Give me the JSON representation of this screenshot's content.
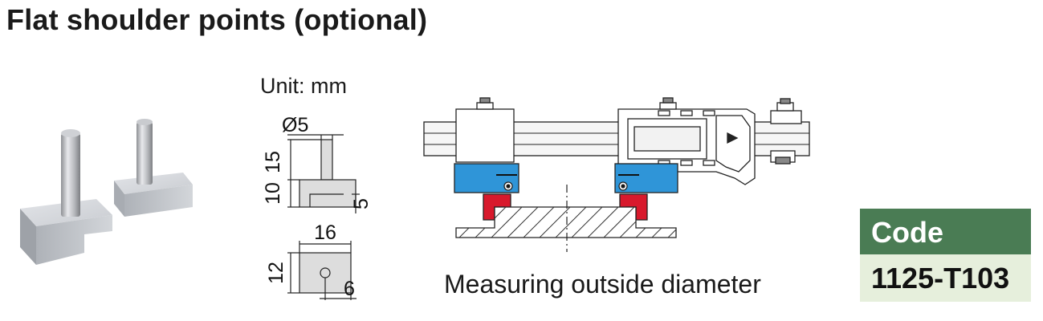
{
  "title": "Flat shoulder points (optional)",
  "unit_label": "Unit: mm",
  "dimensions": {
    "diameter": "Ø5",
    "height_total": "15",
    "height_base": "10",
    "step": "5",
    "width": "16",
    "depth": "12",
    "offset": "6"
  },
  "caption": "Measuring outside diameter",
  "code": {
    "header": "Code",
    "value": "1125-T103"
  },
  "colors": {
    "code_header_bg": "#4a7c54",
    "code_value_bg": "#e6efdc",
    "jaw_blue": "#2f95d8",
    "point_red": "#d8192c"
  }
}
